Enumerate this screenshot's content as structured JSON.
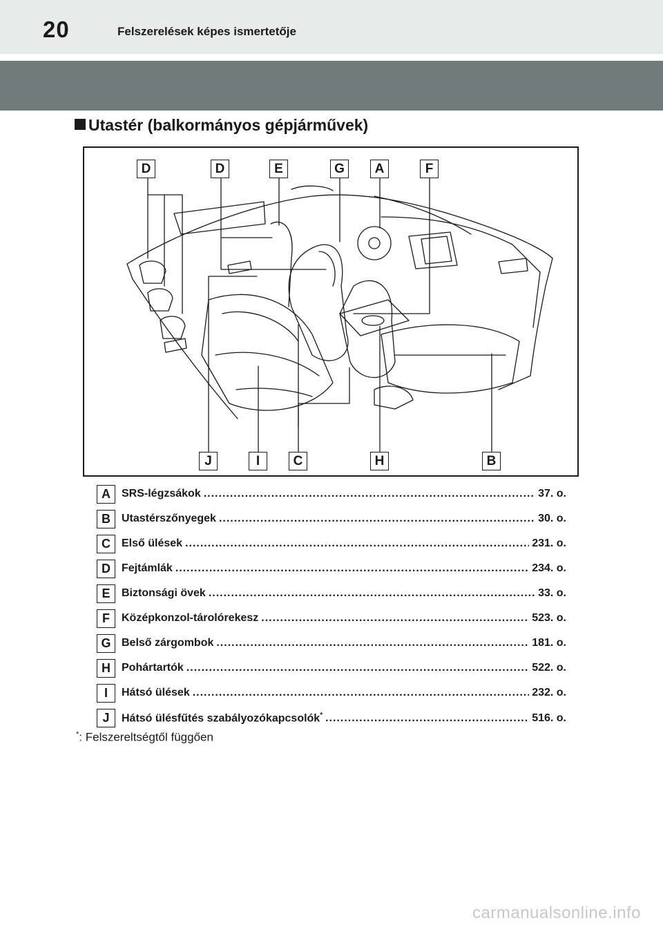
{
  "header": {
    "page_number": "20",
    "running_title": "Felszerelések képes ismertetője"
  },
  "section": {
    "title": "Utastér (balkormányos gépjárművek)"
  },
  "figure": {
    "top_callouts": [
      "D",
      "D",
      "E",
      "G",
      "A",
      "F"
    ],
    "bottom_callouts": [
      "J",
      "I",
      "C",
      "H",
      "B"
    ]
  },
  "legend": [
    {
      "letter": "A",
      "label": "SRS-légzsákok",
      "page": "37. o."
    },
    {
      "letter": "B",
      "label": "Utastérszőnyegek",
      "page": "30. o."
    },
    {
      "letter": "C",
      "label": "Első ülések",
      "page": "231. o."
    },
    {
      "letter": "D",
      "label": "Fejtámlák",
      "page": "234. o."
    },
    {
      "letter": "E",
      "label": "Biztonsági övek",
      "page": "33. o."
    },
    {
      "letter": "F",
      "label": "Középkonzol-tárolórekesz",
      "page": "523. o."
    },
    {
      "letter": "G",
      "label": "Belső zárgombok",
      "page": "181. o."
    },
    {
      "letter": "H",
      "label": "Pohártartók",
      "page": "522. o."
    },
    {
      "letter": "I",
      "label": "Hátsó ülések",
      "page": "232. o."
    },
    {
      "letter": "J",
      "label": "Hátsó ülésfűtés szabályozókapcsolók",
      "label_sup": "*",
      "page": "516. o."
    }
  ],
  "footnote": {
    "marker": "*",
    "text": ": Felszereltségtől függően"
  },
  "watermark": "carmanualsonline.info"
}
